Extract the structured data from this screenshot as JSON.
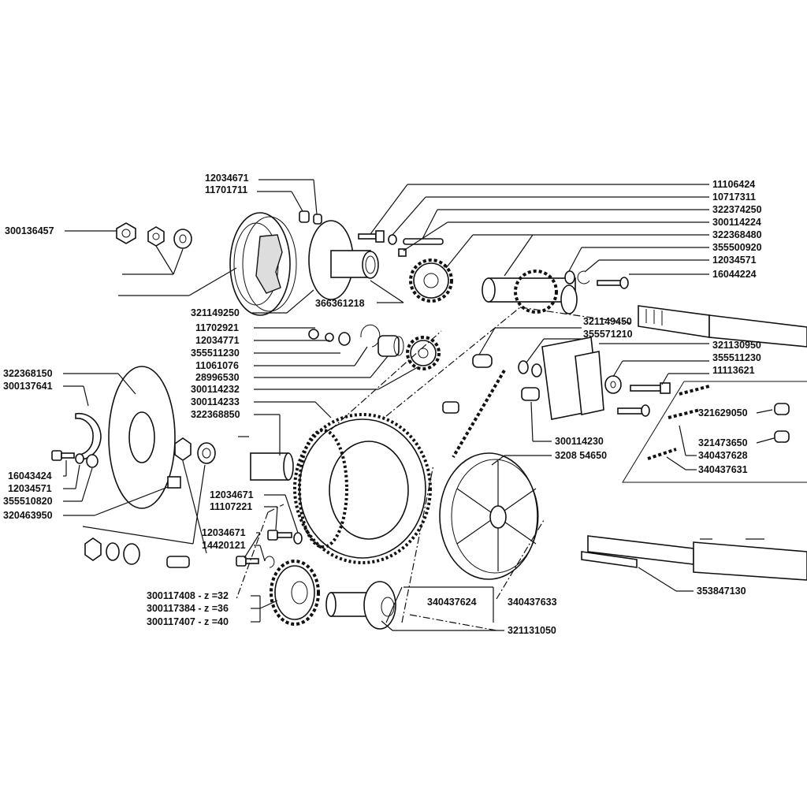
{
  "labels": {
    "l_300136457": "300136457",
    "l_12034671_a": "12034671",
    "l_11701711": "11701711",
    "l_321149250": "321149250",
    "l_366361218": "366361218",
    "l_11702921": "11702921",
    "l_12034771": "12034771",
    "l_355511230_a": "355511230",
    "l_11061076": "11061076",
    "l_28996530": "28996530",
    "l_300114232": "300114232",
    "l_300114233": "300114233",
    "l_322368850": "322368850",
    "l_322368150": "322368150",
    "l_300137641": "300137641",
    "l_16043424": "16043424",
    "l_12034571_a": "12034571",
    "l_355510820": "355510820",
    "l_320463950": "320463950",
    "l_12034671_b": "12034671",
    "l_11107221": "11107221",
    "l_12034671_c": "12034671",
    "l_14420121": "14420121",
    "l_300117408": "300117408 - z =32",
    "l_300117384": "300117384 - z =36",
    "l_300117407": "300117407 - z =40",
    "l_11106424": "11106424",
    "l_10717311": "10717311",
    "l_322374250": "322374250",
    "l_300114224": "300114224",
    "l_322368480": "322368480",
    "l_355500920": "355500920",
    "l_12034571_b": "12034571",
    "l_16044224": "16044224",
    "l_321149450": "321149450",
    "l_355571210": "355571210",
    "l_321130950": "321130950",
    "l_355511230_b": "355511230",
    "l_11113621": "11113621",
    "l_321629050": "321629050",
    "l_321473650": "321473650",
    "l_340437628": "340437628",
    "l_340437631": "340437631",
    "l_300114230": "300114230",
    "l_320854650": "3208 54650",
    "l_340437624": "340437624",
    "l_340437633": "340437633",
    "l_321131050": "321131050",
    "l_353847130": "353847130"
  }
}
